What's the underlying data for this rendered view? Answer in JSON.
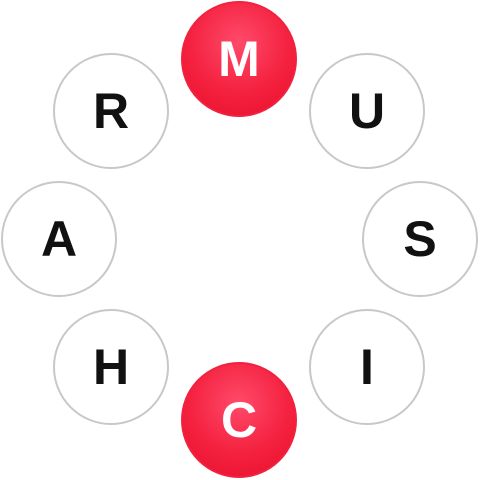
{
  "colors": {
    "selected_fill": "#f4213f",
    "unselected_border": "#c8c8c8",
    "letter_dark": "#111111",
    "letter_light": "#ffffff"
  },
  "tiles": [
    {
      "letter": "M",
      "selected": true
    },
    {
      "letter": "U",
      "selected": false
    },
    {
      "letter": "S",
      "selected": false
    },
    {
      "letter": "I",
      "selected": false
    },
    {
      "letter": "C",
      "selected": true
    },
    {
      "letter": "H",
      "selected": false
    },
    {
      "letter": "A",
      "selected": false
    },
    {
      "letter": "R",
      "selected": false
    }
  ]
}
